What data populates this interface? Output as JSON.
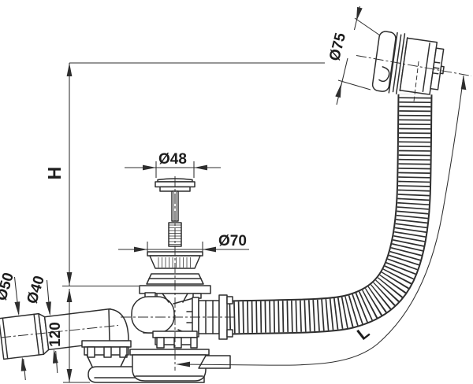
{
  "drawing": {
    "title": "bath-waste-overflow-siphon-technical-drawing",
    "labels": {
      "height": "H",
      "hose_length": "L",
      "overflow_dia": "Ø75",
      "plug_dia": "Ø48",
      "waste_dia": "Ø70",
      "outlet_dia_outer": "Ø50",
      "outlet_dia_pipe": "Ø40",
      "trap_depth": "120"
    },
    "colors": {
      "line": "#2e2e2e",
      "background": "#ffffff"
    }
  }
}
